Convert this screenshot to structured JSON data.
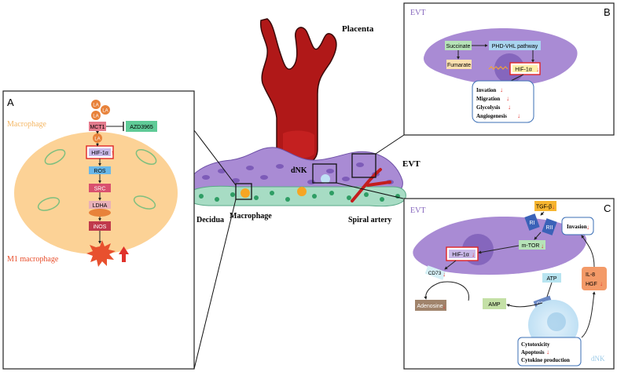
{
  "center": {
    "placenta": "Placenta",
    "evt": "EVT",
    "dnk": "dNK",
    "decidua": "Decidua",
    "macrophage": "Macrophage",
    "spiral_artery": "Spiral artery"
  },
  "panel_a": {
    "letter": "A",
    "cell_label": "Macrophage",
    "la_top": [
      "LA",
      "LA",
      "LA"
    ],
    "mct1": "MCT1",
    "inhibitor": "AZD3965",
    "la": "LA",
    "hif": "HIF-1α",
    "ros": "ROS",
    "src": "SRC",
    "ldha": "LDHA",
    "inos": "iNOS",
    "m1": "M1  macrophage"
  },
  "panel_b": {
    "letter": "B",
    "cell_label": "EVT",
    "succinate": "Succinate",
    "fumarate": "Fumarate",
    "pathway": "PHD-VHL pathway",
    "hif": "HIF-1α",
    "effects": [
      "Invation",
      "Migration",
      "Glycolysis",
      "Angiogenesis"
    ]
  },
  "panel_c": {
    "letter": "C",
    "cell_label": "EVT",
    "dnk_label": "dNK",
    "tgf": "TGF-β",
    "ri": "RI",
    "rii": "RII",
    "mtor": "m-TOR",
    "hif": "HIF-1α",
    "cd73": "CD73",
    "adenosine": "Adenosine",
    "amp": "AMP",
    "atp": "ATP",
    "cd39": "CD39",
    "invasion": "Invasion",
    "cytokines": [
      "IL-8",
      "HGF"
    ],
    "dnk_effects": [
      "Cytotoxicity",
      "Apoptosis",
      "Cytokine production"
    ]
  },
  "colors": {
    "violet": "#a98bd4",
    "decidua_green": "#a7dcc4",
    "blood_red": "#c41d1d",
    "panel_a_cell": "#fcd296",
    "down_arrow": "#e0322b"
  }
}
